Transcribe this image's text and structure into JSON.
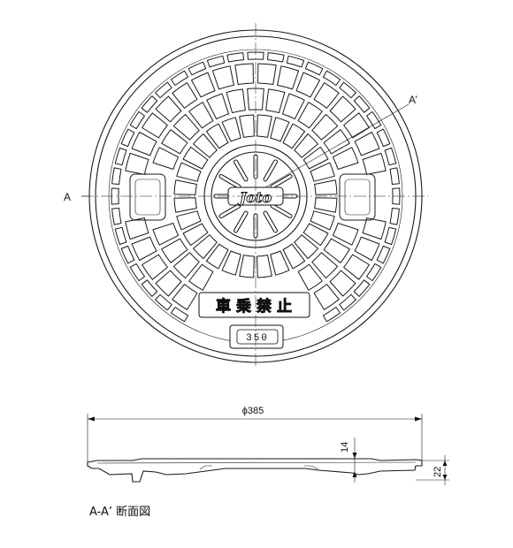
{
  "plan_view": {
    "section_mark_left": "A",
    "section_mark_right": "A’",
    "brand_text": "Joto",
    "warning_text": "車乗禁止",
    "plate_text": "350"
  },
  "section_view": {
    "diameter_label": "ϕ385",
    "inner_thickness_label": "14",
    "total_height_label": "22",
    "caption": "A-A’ 断面図"
  }
}
